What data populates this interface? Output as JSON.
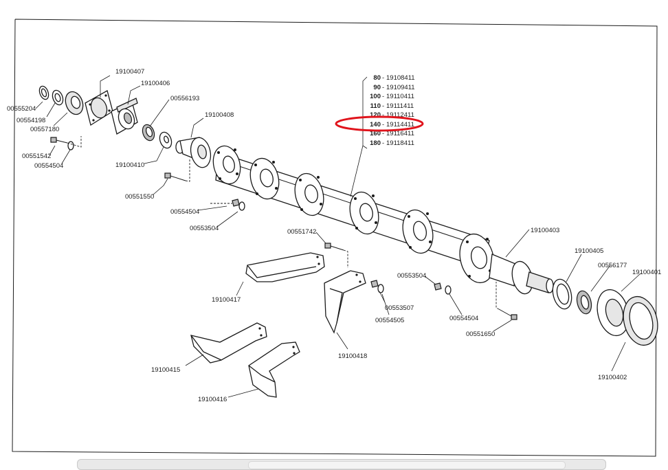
{
  "drawing": {
    "part_labels": {
      "p19100407": "19100407",
      "p19100406": "19100406",
      "p00556193": "00556193",
      "p19100408": "19100408",
      "p00555204": "00555204",
      "p00554198": "00554198",
      "p00557180": "00557180",
      "p00551542": "00551542",
      "p00554504a": "00554504",
      "p19100410": "19100410",
      "p00551550": "00551550",
      "p00554504b": "00554504",
      "p00553504a": "00553504",
      "p00551742": "00551742",
      "p19100417": "19100417",
      "p00553504b": "00553504",
      "p00553507": "00553507",
      "p00554505": "00554505",
      "p00554504c": "00554504",
      "p00551650": "00551650",
      "p19100403": "19100403",
      "p19100405": "19100405",
      "p00556177": "00556177",
      "p19100401": "19100401",
      "p19100402": "19100402",
      "p19100418": "19100418",
      "p19100415": "19100415",
      "p19100416": "19100416"
    },
    "length_table": [
      {
        "size": "80",
        "part": "19108411"
      },
      {
        "size": "90",
        "part": "19109411"
      },
      {
        "size": "100",
        "part": "19110411"
      },
      {
        "size": "110",
        "part": "19111411"
      },
      {
        "size": "120",
        "part": "19112411"
      },
      {
        "size": "140",
        "part": "19114411"
      },
      {
        "size": "160",
        "part": "19116411"
      },
      {
        "size": "180",
        "part": "19118411"
      }
    ],
    "table_separator": "-",
    "highlight_color": "#e0141c"
  }
}
